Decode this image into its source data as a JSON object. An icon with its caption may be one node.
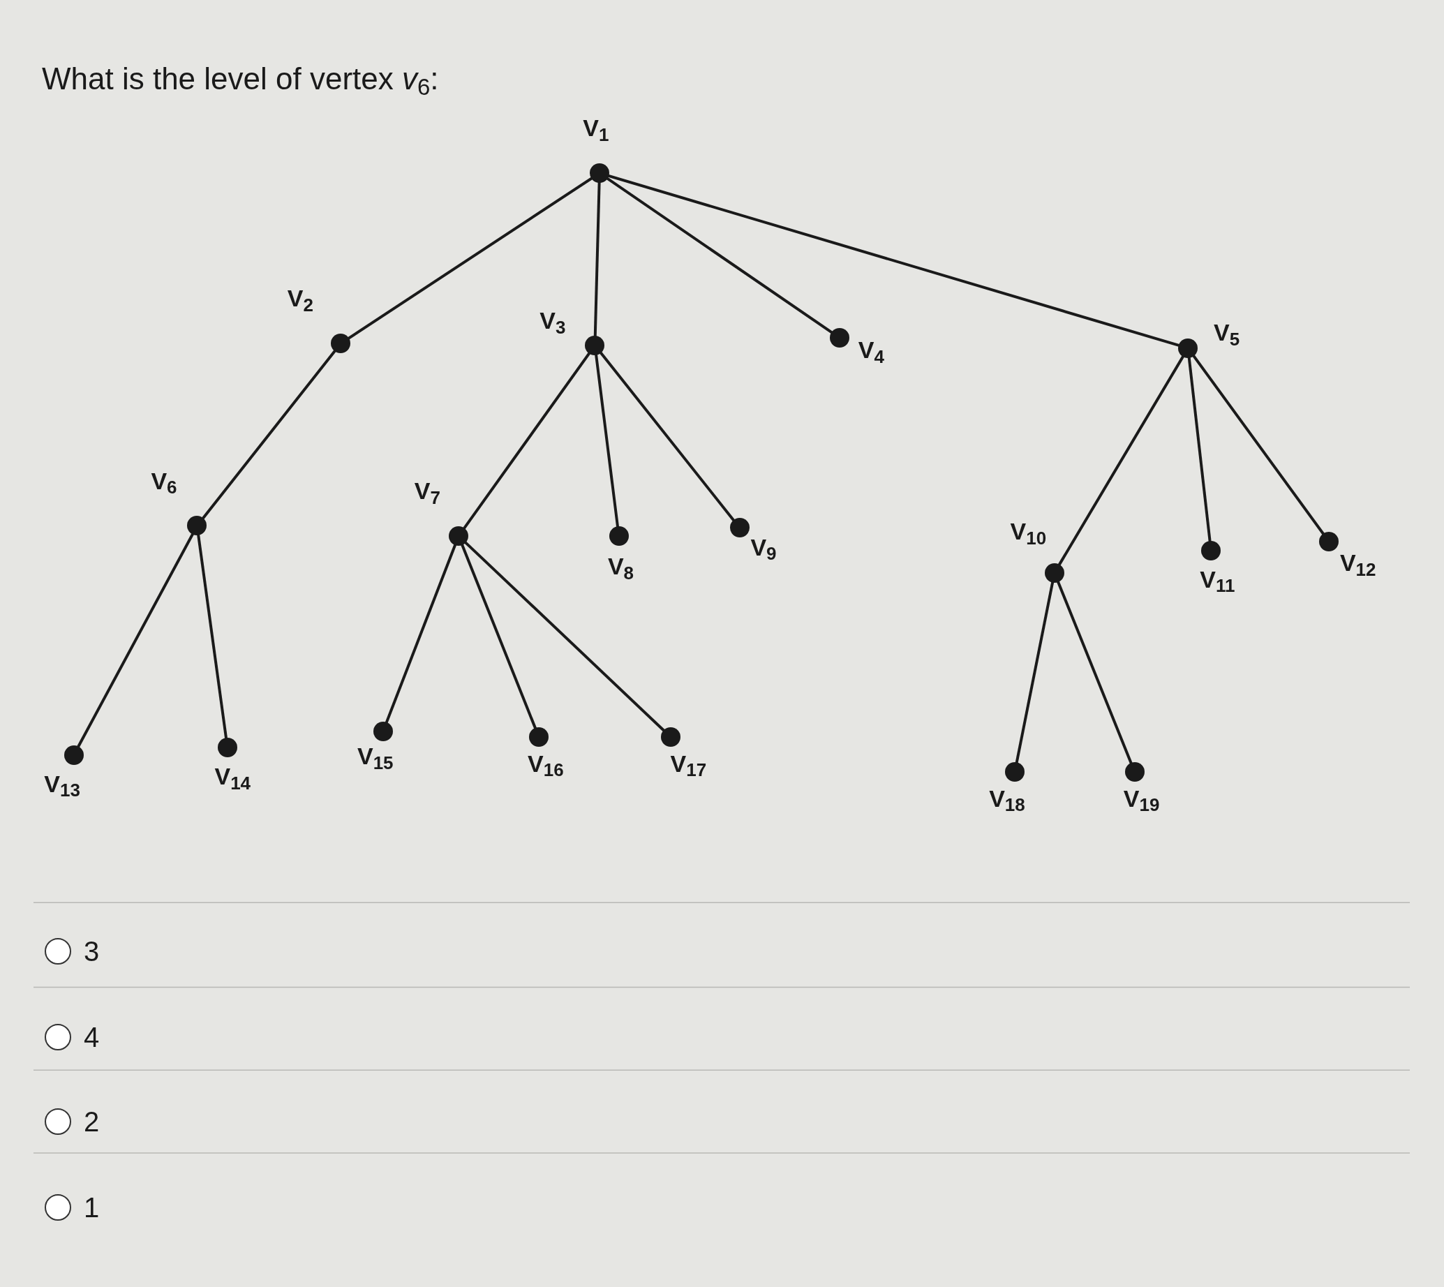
{
  "diagram": {
    "title": "What is the level of vertex *v*$_{6}$:",
    "nodes": [
      {
        "text": [],
        "shape": "circle",
        "beside": [
          "V$_{1}$"
        ]
      },
      {
        "text": [],
        "shape": "circle",
        "beside": [
          "V$_{2}$"
        ]
      },
      {
        "text": [],
        "shape": "circle",
        "beside": [
          "V$_{3}$"
        ]
      },
      {
        "text": [],
        "shape": "circle",
        "beside": [
          "V$_{4}$"
        ]
      },
      {
        "text": [],
        "shape": "circle",
        "beside": [
          "V$_{5}$"
        ]
      },
      {
        "text": [],
        "shape": "circle",
        "beside": [
          "V$_{6}$"
        ]
      },
      {
        "text": [],
        "shape": "circle",
        "beside": [
          "V$_{7}$"
        ]
      },
      {
        "text": [],
        "shape": "circle",
        "beside": [
          "V$_{8}$"
        ]
      },
      {
        "text": [],
        "shape": "circle",
        "beside": [
          "V$_{9}$"
        ]
      },
      {
        "text": [],
        "shape": "circle",
        "beside": [
          "V$_{10}$"
        ]
      },
      {
        "text": [],
        "shape": "circle",
        "beside": [
          "V$_{11}$"
        ]
      },
      {
        "text": [],
        "shape": "circle",
        "beside": [
          "V$_{12}$"
        ]
      },
      {
        "text": [],
        "shape": "circle",
        "beside": [
          "V$_{13}$"
        ]
      },
      {
        "text": [],
        "shape": "circle",
        "beside": [
          "V$_{14}$"
        ]
      },
      {
        "text": [],
        "shape": "circle",
        "beside": [
          "V$_{15}$"
        ]
      },
      {
        "text": [],
        "shape": "circle",
        "beside": [
          "V$_{16}$"
        ]
      },
      {
        "text": [],
        "shape": "circle",
        "beside": [
          "V$_{17}$"
        ]
      },
      {
        "text": [],
        "shape": "circle",
        "beside": [
          "V$_{18}$"
        ]
      },
      {
        "text": [],
        "shape": "circle",
        "beside": [
          "V$_{19}$"
        ]
      }
    ],
    "edges": [
      {
        "from": 0,
        "to": 1,
        "arrow": "none"
      },
      {
        "from": 0,
        "to": 2,
        "arrow": "none"
      },
      {
        "from": 0,
        "to": 3,
        "arrow": "none"
      },
      {
        "from": 0,
        "to": 4,
        "arrow": "none"
      },
      {
        "from": 1,
        "to": 5,
        "arrow": "none"
      },
      {
        "from": 2,
        "to": 6,
        "arrow": "none"
      },
      {
        "from": 2,
        "to": 7,
        "arrow": "none"
      },
      {
        "from": 2,
        "to": 8,
        "arrow": "none"
      },
      {
        "from": 4,
        "to": 9,
        "arrow": "none"
      },
      {
        "from": 4,
        "to": 10,
        "arrow": "none"
      },
      {
        "from": 4,
        "to": 11,
        "arrow": "none"
      },
      {
        "from": 5,
        "to": 12,
        "arrow": "none"
      },
      {
        "from": 5,
        "to": 13,
        "arrow": "none"
      },
      {
        "from": 6,
        "to": 14,
        "arrow": "none"
      },
      {
        "from": 6,
        "to": 15,
        "arrow": "none"
      },
      {
        "from": 6,
        "to": 16,
        "arrow": "none"
      },
      {
        "from": 9,
        "to": 17,
        "arrow": "none"
      },
      {
        "from": 9,
        "to": 18,
        "arrow": "none"
      }
    ],
    "labels": [
      "3",
      "4",
      "2",
      "1"
    ]
  }
}
